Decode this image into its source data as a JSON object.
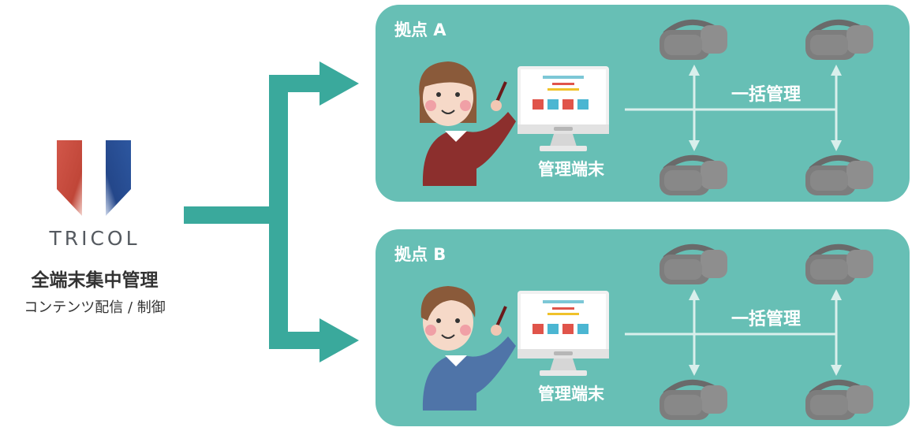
{
  "brand": {
    "name": "TRICOL",
    "title": "全端末集中管理",
    "subtitle": "コンテンツ配信 / 制御",
    "red": "#c94a3e",
    "blue": "#2b4f94"
  },
  "colors": {
    "teal_panel": "#67bfb5",
    "teal_arrow": "#3aa99c",
    "headset": "#7d7d7d"
  },
  "sites": [
    {
      "label": "拠点 A",
      "terminal_label": "管理端末",
      "bulk_label": "一括管理",
      "person_icon": "woman-teacher-icon",
      "headset_count": 4
    },
    {
      "label": "拠点 B",
      "terminal_label": "管理端末",
      "bulk_label": "一括管理",
      "person_icon": "man-teacher-icon",
      "headset_count": 4
    }
  ]
}
